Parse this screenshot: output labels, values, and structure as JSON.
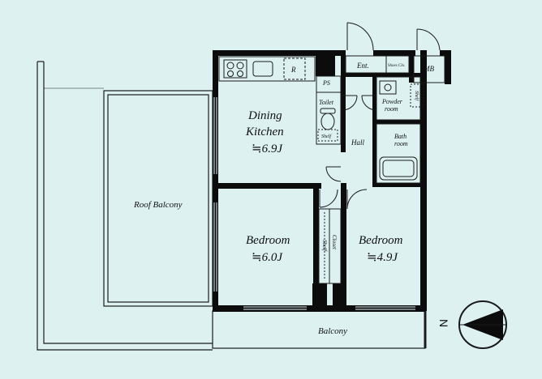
{
  "colors": {
    "background": "#ddf1f1",
    "wall": "#0c0c0c",
    "line": "#1a1a1a",
    "fixture": "#2a2a2a"
  },
  "rooms": {
    "dining_kitchen": {
      "name_line1": "Dining",
      "name_line2": "Kitchen",
      "size": "≒6.9J"
    },
    "bedroom_left": {
      "name": "Bedroom",
      "size": "≒6.0J"
    },
    "bedroom_right": {
      "name": "Bedroom",
      "size": "≒4.9J"
    },
    "roof_balcony": {
      "name": "Roof Balcony"
    },
    "balcony": {
      "name": "Balcony"
    },
    "entrance": {
      "name": "Ent."
    },
    "shoes_closet": {
      "name": "Shoes Clo."
    },
    "meter_box": {
      "name": "MB"
    },
    "pipe_space": {
      "name": "PS"
    },
    "toilet": {
      "name": "Toilet"
    },
    "toilet_shelf": {
      "name": "Shelf"
    },
    "powder_room": {
      "name_line1": "Powder",
      "name_line2": "room"
    },
    "powder_shelf": {
      "name": "Shelf"
    },
    "bath_room": {
      "name_line1": "Bath",
      "name_line2": "room"
    },
    "hall": {
      "name": "Hall"
    },
    "closet": {
      "name": "Closet"
    },
    "closet_shelf": {
      "name": "Shelf"
    },
    "refrigerator": {
      "name": "R"
    }
  },
  "compass": {
    "label": "N"
  }
}
